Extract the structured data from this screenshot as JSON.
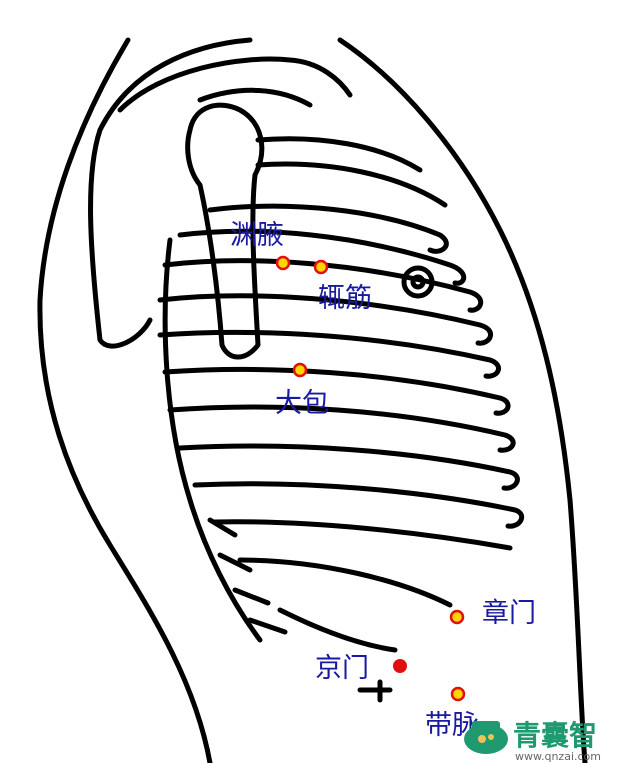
{
  "diagram": {
    "labels": {
      "yuanye": "渊腋",
      "zhejin": "辄筋",
      "dabao": "大包",
      "zhangmen": "章门",
      "jingmen": "京门",
      "daimai": "带脉"
    },
    "point_colors": {
      "standard_fill": "#ffd400",
      "standard_ring": "#e01010",
      "highlight": "#e01010"
    },
    "line_color": "#000000",
    "label_color": "#1a1aa0"
  },
  "watermark": {
    "brand": "青囊智",
    "url": "www.qnzai.com",
    "color": "#1f9a70"
  }
}
